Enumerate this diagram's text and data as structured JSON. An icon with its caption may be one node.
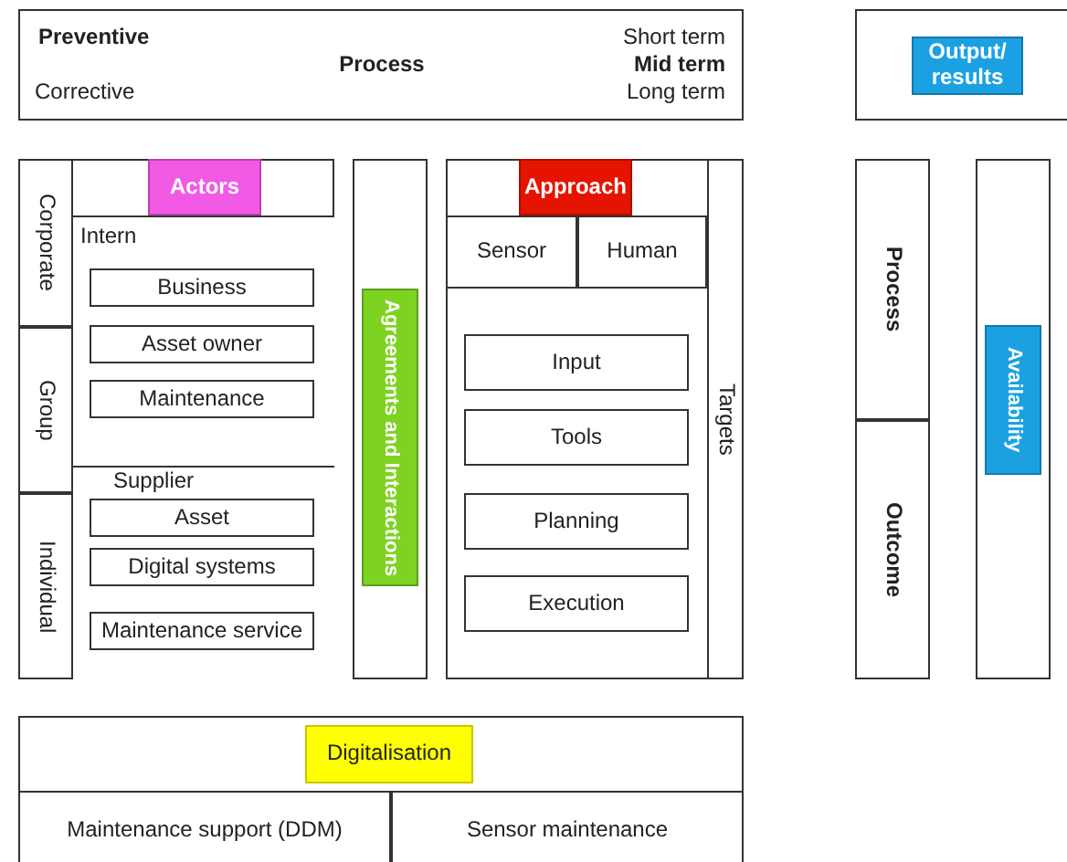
{
  "diagram": {
    "nodes": [
      {
        "text": [
          "Preventive",
          "Corrective",
          "Process",
          "Short term",
          "Mid term",
          "Long term"
        ]
      },
      {
        "text": [],
        "shape": "box"
      },
      {
        "text": [
          "Output/ results"
        ],
        "in": 1
      },
      {
        "text": [],
        "shape": "box"
      },
      {
        "text": [
          "Corporate"
        ],
        "in": 3
      },
      {
        "text": [
          "Group"
        ],
        "in": 3
      },
      {
        "text": [
          "Individual"
        ],
        "in": 3
      },
      {
        "text": [
          "Actors"
        ],
        "in": 3
      },
      {
        "text": [
          "Intern"
        ],
        "in": 3
      },
      {
        "text": [
          "Business"
        ],
        "in": 8
      },
      {
        "text": [
          "Asset owner"
        ],
        "in": 8
      },
      {
        "text": [
          "Maintenance"
        ],
        "in": 8
      },
      {
        "text": [
          "Supplier"
        ],
        "in": 3
      },
      {
        "text": [
          "Asset"
        ],
        "in": 12
      },
      {
        "text": [
          "Digital systems"
        ],
        "in": 12
      },
      {
        "text": [
          "Maintenance service"
        ],
        "in": 12
      },
      {
        "text": [],
        "shape": "box"
      },
      {
        "text": [
          "Agreements and Interactions"
        ],
        "in": 16
      },
      {
        "text": [],
        "shape": "box"
      },
      {
        "text": [
          "Approach"
        ],
        "in": 18
      },
      {
        "text": [
          "Sensor"
        ],
        "in": 18
      },
      {
        "text": [
          "Human"
        ],
        "in": 18
      },
      {
        "text": [
          "Input"
        ],
        "in": 18
      },
      {
        "text": [
          "Tools"
        ],
        "in": 18
      },
      {
        "text": [
          "Planning"
        ],
        "in": 18
      },
      {
        "text": [
          "Execution"
        ],
        "in": 18
      },
      {
        "text": [
          "Targets"
        ],
        "in": 18
      },
      {
        "text": [
          "Process"
        ]
      },
      {
        "text": [
          "Outcome"
        ]
      },
      {
        "text": [],
        "shape": "box"
      },
      {
        "text": [
          "Availability"
        ],
        "in": 29
      },
      {
        "text": [],
        "shape": "box"
      },
      {
        "text": [
          "Digitalisation"
        ],
        "in": 31
      },
      {
        "text": [
          "Maintenance support (DDM)"
        ],
        "in": 31
      },
      {
        "text": [
          "Sensor maintenance"
        ],
        "in": 31
      }
    ]
  }
}
